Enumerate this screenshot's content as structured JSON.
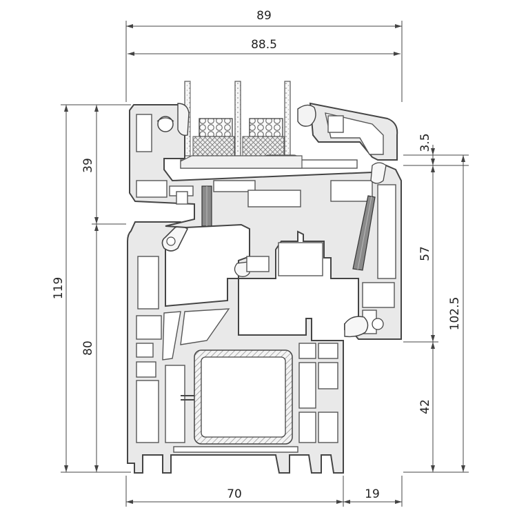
{
  "dimensions": {
    "top_outer": "89",
    "top_inner": "88.5",
    "left_total": "119",
    "left_upper": "39",
    "left_lower": "80",
    "right_top": "3.5",
    "right_total": "102.5",
    "right_upper": "57",
    "right_lower": "42",
    "bottom_left": "70",
    "bottom_right": "19"
  },
  "colors": {
    "profile_fill": "#e9e9e9",
    "outline": "#444444",
    "gasket": "#8a8a8a",
    "glass_spacer": "#d0d0d0"
  }
}
